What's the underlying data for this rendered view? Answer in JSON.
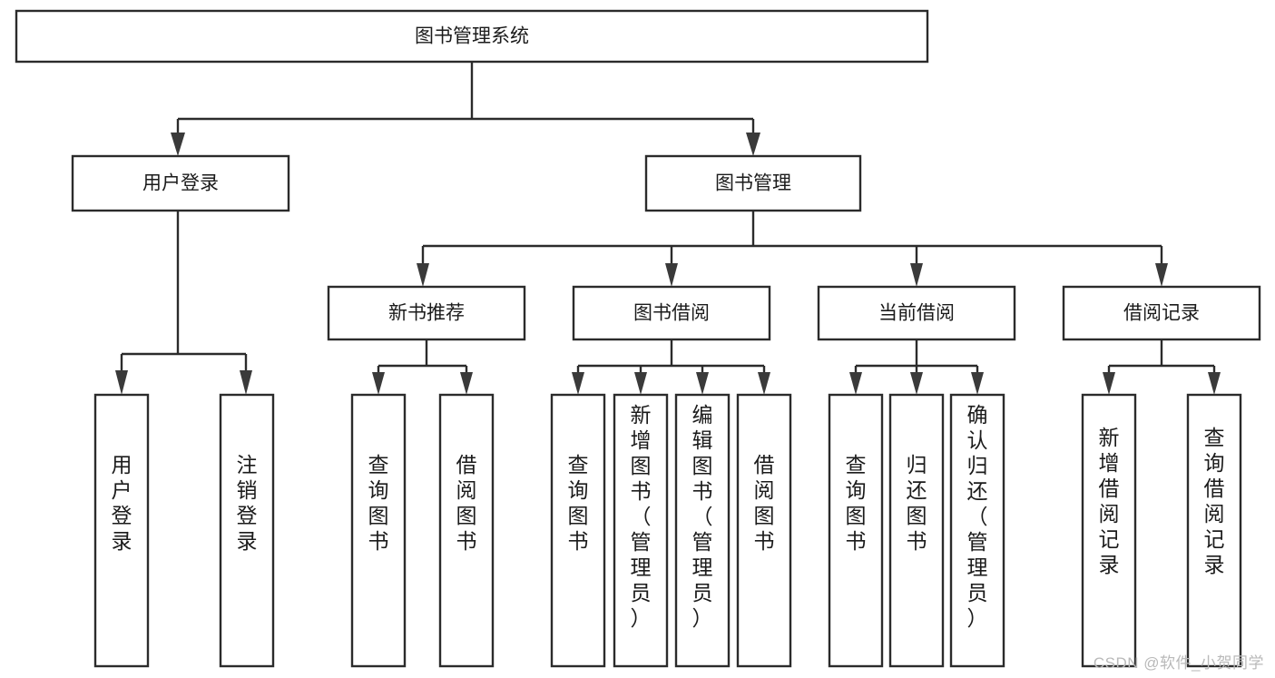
{
  "diagram": {
    "type": "tree-hierarchy",
    "orientation": "top-down",
    "title": "图书管理系统",
    "watermark": "CSDN @软件_小贺同学",
    "colors": {
      "box_stroke": "#2b2b2b",
      "box_fill": "#ffffff",
      "connector": "#2b2b2b",
      "text": "#1b1b1b",
      "watermark": "#b9b9b9"
    },
    "levels": {
      "root": {
        "label": "图书管理系统"
      },
      "level2": [
        {
          "label": "用户登录"
        },
        {
          "label": "图书管理"
        }
      ],
      "level3": [
        {
          "label": "新书推荐"
        },
        {
          "label": "图书借阅"
        },
        {
          "label": "当前借阅"
        },
        {
          "label": "借阅记录"
        }
      ]
    },
    "nodes": {
      "root": "图书管理系统",
      "user_login": "用户登录",
      "book_manage": "图书管理",
      "new_book_rec": "新书推荐",
      "book_borrow": "图书借阅",
      "current_borrow": "当前借阅",
      "borrow_record": "借阅记录",
      "leaf_user_login": "用户登录",
      "leaf_logout": "注销登录",
      "leaf_query_book_1": "查询图书",
      "leaf_borrow_book_1": "借阅图书",
      "leaf_query_book_2": "查询图书",
      "leaf_add_book_admin": "新增图书（管理员）",
      "leaf_edit_book_admin": "编辑图书（管理员）",
      "leaf_borrow_book_2": "借阅图书",
      "leaf_query_book_3": "查询图书",
      "leaf_return_book": "归还图书",
      "leaf_confirm_return_admin": "确认归还（管理员）",
      "leaf_add_record": "新增借阅记录",
      "leaf_query_record": "查询借阅记录"
    },
    "edges": [
      {
        "from": "图书管理系统",
        "to": "用户登录"
      },
      {
        "from": "图书管理系统",
        "to": "图书管理"
      },
      {
        "from": "用户登录",
        "to": "用户登录"
      },
      {
        "from": "用户登录",
        "to": "注销登录"
      },
      {
        "from": "图书管理",
        "to": "新书推荐"
      },
      {
        "from": "图书管理",
        "to": "图书借阅"
      },
      {
        "from": "图书管理",
        "to": "当前借阅"
      },
      {
        "from": "图书管理",
        "to": "借阅记录"
      },
      {
        "from": "新书推荐",
        "to": "查询图书"
      },
      {
        "from": "新书推荐",
        "to": "借阅图书"
      },
      {
        "from": "图书借阅",
        "to": "查询图书"
      },
      {
        "from": "图书借阅",
        "to": "新增图书（管理员）"
      },
      {
        "from": "图书借阅",
        "to": "编辑图书（管理员）"
      },
      {
        "from": "图书借阅",
        "to": "借阅图书"
      },
      {
        "from": "当前借阅",
        "to": "查询图书"
      },
      {
        "from": "当前借阅",
        "to": "归还图书"
      },
      {
        "from": "当前借阅",
        "to": "确认归还（管理员）"
      },
      {
        "from": "借阅记录",
        "to": "新增借阅记录"
      },
      {
        "from": "借阅记录",
        "to": "查询借阅记录"
      }
    ]
  }
}
